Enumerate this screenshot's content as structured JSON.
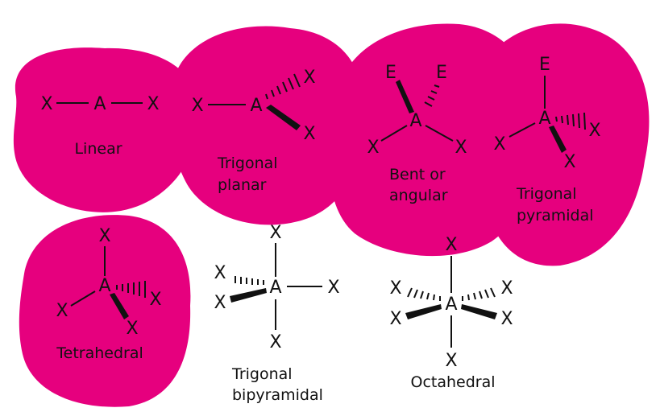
{
  "colors": {
    "highlight": "#e6007e",
    "ink": "#111111",
    "background": "#ffffff"
  },
  "atoms": {
    "center": "A",
    "ligand": "X",
    "lone_pair": "E"
  },
  "shapes": {
    "linear": {
      "label": [
        "Linear"
      ]
    },
    "trigonal_planar": {
      "label": [
        "Trigonal",
        "planar"
      ]
    },
    "bent": {
      "label": [
        "Bent or",
        "angular"
      ]
    },
    "trigonal_pyramidal": {
      "label": [
        "Trigonal",
        "pyramidal"
      ]
    },
    "tetrahedral": {
      "label": [
        "Tetrahedral"
      ]
    },
    "trigonal_bipyramidal": {
      "label": [
        "Trigonal",
        "bipyramidal"
      ]
    },
    "octahedral": {
      "label": [
        "Octahedral"
      ]
    }
  }
}
